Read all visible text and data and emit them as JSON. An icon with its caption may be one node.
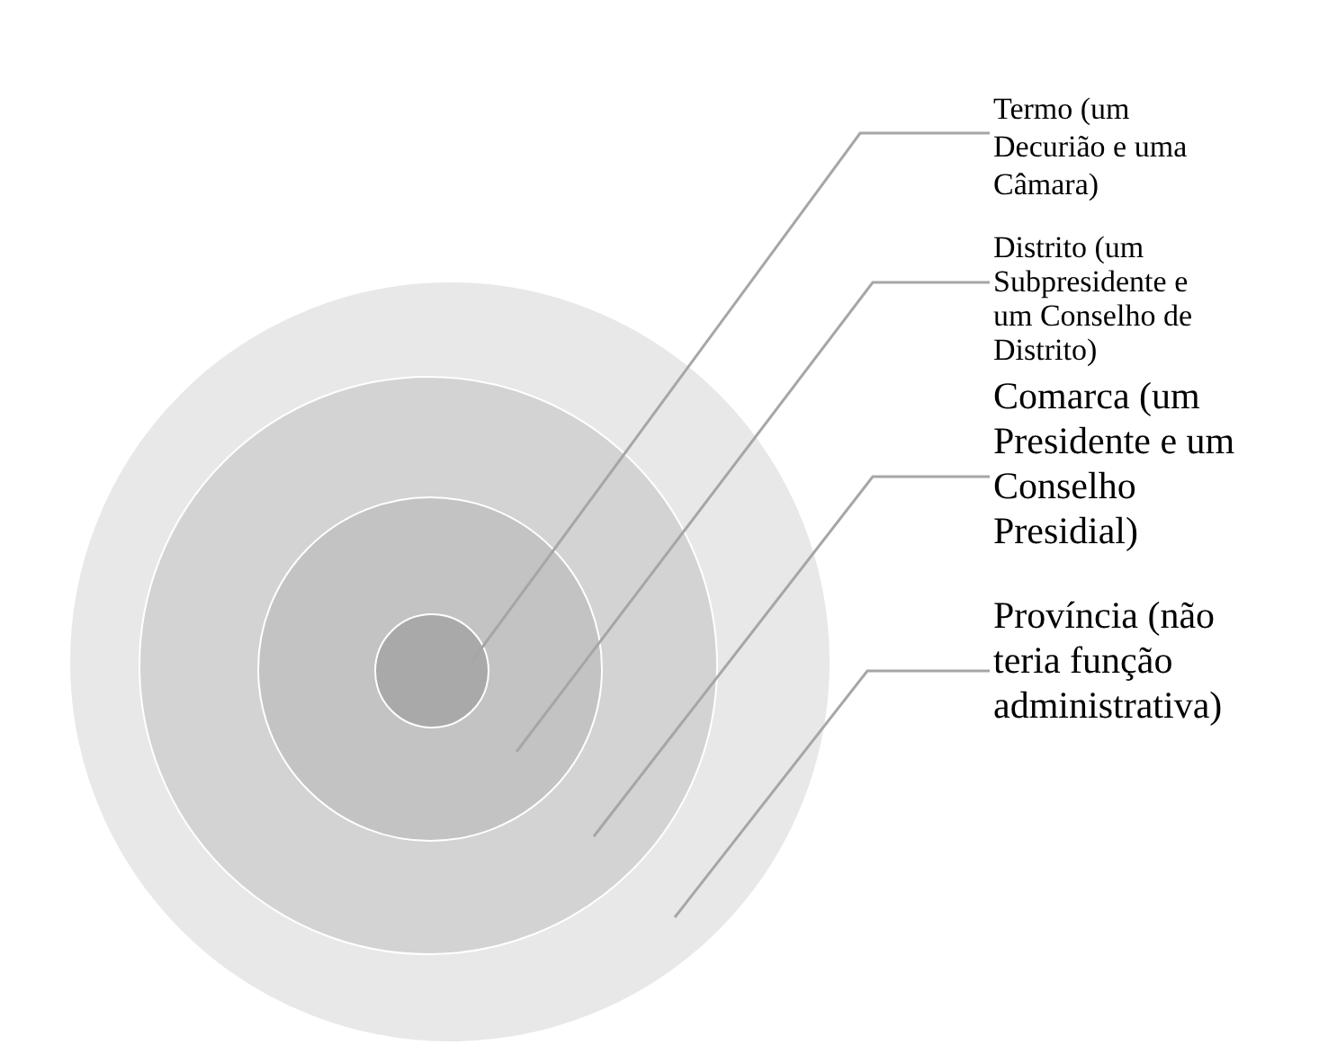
{
  "diagram": {
    "nodes": [
      {
        "text": [],
        "shape": "circle"
      },
      {
        "text": [],
        "shape": "circle",
        "in": 0
      },
      {
        "text": [],
        "shape": "circle",
        "in": 1
      },
      {
        "text": [],
        "shape": "circle",
        "in": 2
      },
      {
        "text": [
          "Termo (um Decurião e uma Câmara)"
        ]
      },
      {
        "text": [
          "Distrito (um Subpresidente e um Conselho de Distrito)"
        ]
      },
      {
        "text": [
          "Comarca (um Presidente e um Conselho Presidial)"
        ]
      },
      {
        "text": [
          "Província (não teria função administrativa)"
        ]
      }
    ],
    "edges": [
      {
        "from": 4,
        "to": 3,
        "arrow": "none"
      },
      {
        "from": 5,
        "to": 2,
        "arrow": "none"
      },
      {
        "from": 6,
        "to": 1,
        "arrow": "none"
      },
      {
        "from": 7,
        "to": 0,
        "arrow": "none"
      }
    ]
  }
}
